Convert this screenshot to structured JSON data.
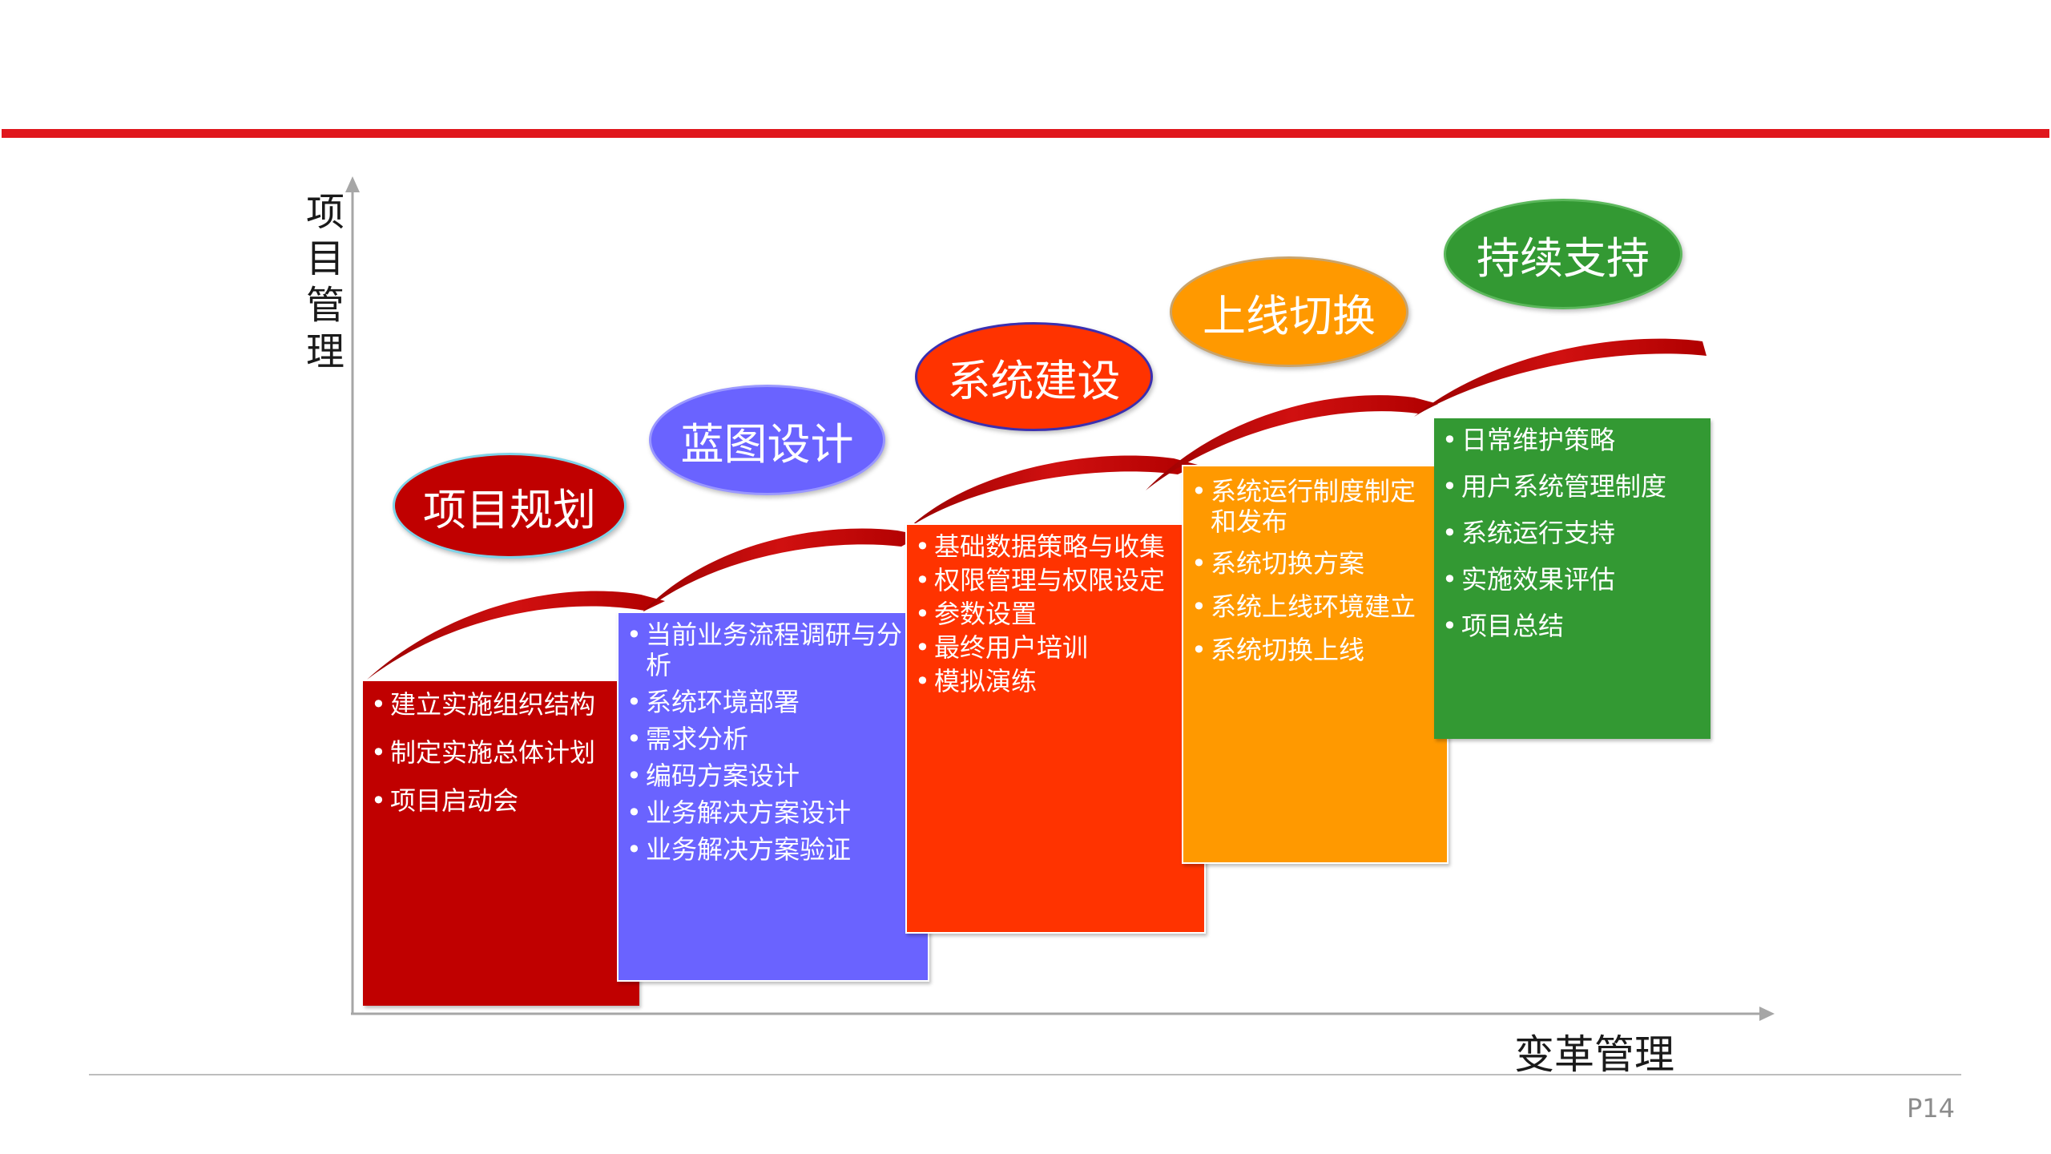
{
  "axes": {
    "y_label": "项目管理",
    "x_label": "变革管理"
  },
  "page_number": "P14",
  "colors": {
    "accent_rule": "#e0161c",
    "arrow": "#c00000"
  },
  "stages": [
    {
      "title": "项目规划",
      "color": "#c00000",
      "ellipse_color": "#c00000",
      "ellipse_border": "#7fd3e8",
      "items": [
        "建立实施组织结构",
        "制定实施总体计划",
        "项目启动会"
      ]
    },
    {
      "title": "蓝图设计",
      "color": "#6a63ff",
      "ellipse_color": "#6a63ff",
      "ellipse_border": "#9a97ff",
      "items": [
        "当前业务流程调研与分析",
        "系统环境部署",
        "需求分析",
        "编码方案设计",
        "业务解决方案设计",
        "业务解决方案验证"
      ]
    },
    {
      "title": "系统建设",
      "color": "#ff3300",
      "ellipse_color": "#ff3300",
      "ellipse_border": "#3a2fb0",
      "items": [
        "基础数据策略与收集",
        "权限管理与权限设定",
        "参数设置",
        "最终用户培训",
        "模拟演练"
      ]
    },
    {
      "title": "上线切换",
      "color": "#ff9900",
      "ellipse_color": "#ff9900",
      "ellipse_border": "#c9a36a",
      "items": [
        "系统运行制度制定和发布",
        "系统切换方案",
        "系统上线环境建立",
        "系统切换上线"
      ]
    },
    {
      "title": "持续支持",
      "color": "#339933",
      "ellipse_color": "#339933",
      "ellipse_border": "#5cb85c",
      "items": [
        "日常维护策略",
        "用户系统管理制度",
        "系统运行支持",
        "实施效果评估",
        "项目总结"
      ]
    }
  ]
}
